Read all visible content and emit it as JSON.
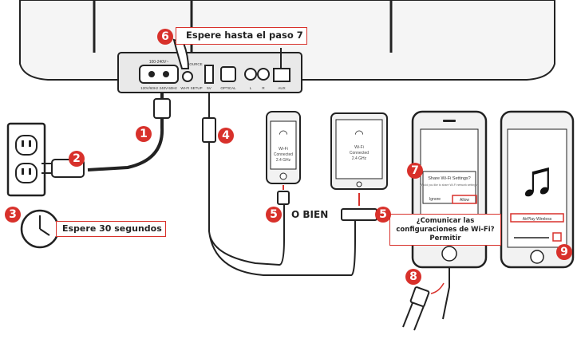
{
  "steps": {
    "s1": "1",
    "s2": "2",
    "s3": "3",
    "s4": "4",
    "s5a": "5",
    "s5b": "5",
    "s6": "6",
    "s7": "7",
    "s8": "8",
    "s9": "9"
  },
  "callouts": {
    "wait_step7": "Espere hasta el paso 7",
    "wait_30s": "Espere 30 segundos",
    "or": "O BIEN",
    "share_prompt": "¿Comunicar las configuraciones de Wi-Fi? Permitir"
  },
  "port_labels": {
    "ac_top": "100-240V~",
    "ac_bottom": "120V/60Hz  240V-50Hz",
    "ctrl_top": "SOURCE",
    "ctrl_bottom": "WI-FI SETUP",
    "usb": "5V",
    "optical": "OPTICAL",
    "l": "L",
    "r": "R",
    "aux": "AUX"
  },
  "devices": {
    "phone_small_text1": "Wi-Fi",
    "phone_small_text2": "Connected",
    "phone_small_text3": "2.4 GHz",
    "ipad_text1": "Wi-Fi",
    "ipad_text2": "Connected",
    "ipad_text3": "2.4 GHz",
    "dialog_title": "Share Wi-Fi Settings?",
    "dialog_body": "Would you like to share Wi-Fi network settings?",
    "dialog_ignore": "Ignore",
    "dialog_allow": "Allow",
    "airplay_label": "AirPlay Wireless"
  },
  "colors": {
    "accent": "#d8312b",
    "line": "#222222",
    "device": "#f2f2f2"
  }
}
